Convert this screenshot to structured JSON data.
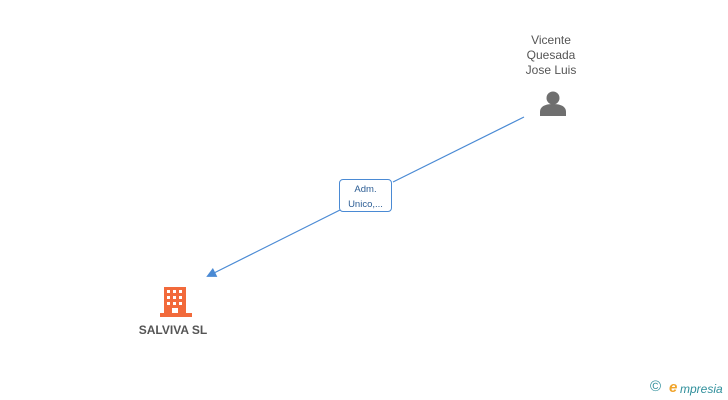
{
  "nodes": {
    "person": {
      "name_lines": [
        "Vicente",
        "Quesada",
        "Jose Luis"
      ],
      "icon": "person-icon",
      "color": "#6f6f6f"
    },
    "company": {
      "name": "SALVIVA SL",
      "icon": "building-icon",
      "color": "#f26a3b"
    }
  },
  "edge": {
    "label_lines": [
      "Adm.",
      "Unico,..."
    ],
    "color": "#4a8ad4"
  },
  "brand": {
    "copyright_symbol": "©",
    "logo_initial": "e",
    "logo_rest": "mpresia"
  }
}
